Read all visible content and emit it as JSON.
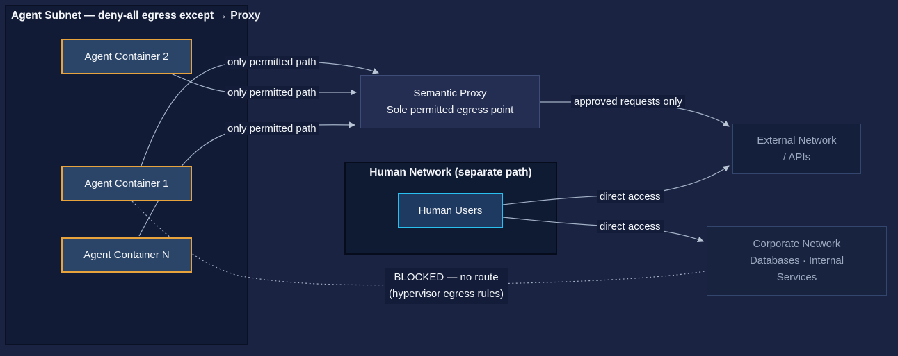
{
  "regions": {
    "agent_subnet": {
      "title": "Agent Subnet — deny-all egress except → Proxy"
    },
    "human_network": {
      "title": "Human Network (separate path)"
    }
  },
  "nodes": {
    "agent_container_2": {
      "label": "Agent Container 2"
    },
    "agent_container_1": {
      "label": "Agent Container 1"
    },
    "agent_container_n": {
      "label": "Agent Container N"
    },
    "semantic_proxy": {
      "title": "Semantic Proxy",
      "subtitle": "Sole permitted egress point"
    },
    "human_users": {
      "label": "Human Users"
    },
    "external_network": {
      "line1": "External Network",
      "line2": "/ APIs"
    },
    "corporate_network": {
      "line1": "Corporate Network",
      "line2": "Databases · Internal",
      "line3": "Services"
    }
  },
  "edges": {
    "ac1_to_proxy": {
      "label": "only permitted path",
      "style": "solid"
    },
    "ac2_to_proxy": {
      "label": "only permitted path",
      "style": "solid"
    },
    "acn_to_proxy": {
      "label": "only permitted path",
      "style": "solid"
    },
    "proxy_to_external": {
      "label": "approved requests only",
      "style": "solid"
    },
    "human_to_external": {
      "label": "direct access",
      "style": "solid"
    },
    "human_to_corporate": {
      "label": "direct access",
      "style": "solid"
    },
    "ac1_to_corporate": {
      "label_line1": "BLOCKED — no route",
      "label_line2": "(hypervisor egress rules)",
      "style": "dotted"
    }
  },
  "colors": {
    "background": "#1a2341",
    "subnet_fill": "#111b36",
    "subnet_border": "#0a1124",
    "human_region_fill": "#0f1a33",
    "agent_box_fill": "#2b4568",
    "agent_box_border": "#e8a33c",
    "proxy_fill": "#232e52",
    "proxy_border": "#3d4d78",
    "human_users_fill": "#1e3a60",
    "human_users_border": "#29bfee",
    "external_fill": "#141f3c",
    "external_border": "#33466e",
    "muted_text": "#9ca9bf",
    "edge_line": "#a3b2c7",
    "arrowhead": "#b9c4d4",
    "label_background": "#131c38",
    "text": "#f3f5f8"
  }
}
